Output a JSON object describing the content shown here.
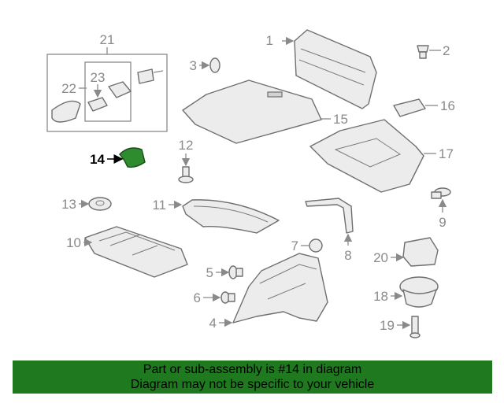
{
  "diagram": {
    "highlight_color": "#2e8b2e",
    "highlighted_callout": "14",
    "callouts": {
      "c1": "1",
      "c2": "2",
      "c3": "3",
      "c4": "4",
      "c5": "5",
      "c6": "6",
      "c7": "7",
      "c8": "8",
      "c9": "9",
      "c10": "10",
      "c11": "11",
      "c12": "12",
      "c13": "13",
      "c14": "14",
      "c15": "15",
      "c16": "16",
      "c17": "17",
      "c18": "18",
      "c19": "19",
      "c20": "20",
      "c21": "21",
      "c22": "22",
      "c23": "23"
    }
  },
  "banner": {
    "background": "#1f7a1f",
    "line1": "Part or sub-assembly is #14 in diagram",
    "line2": "Diagram may not be specific to your vehicle"
  }
}
